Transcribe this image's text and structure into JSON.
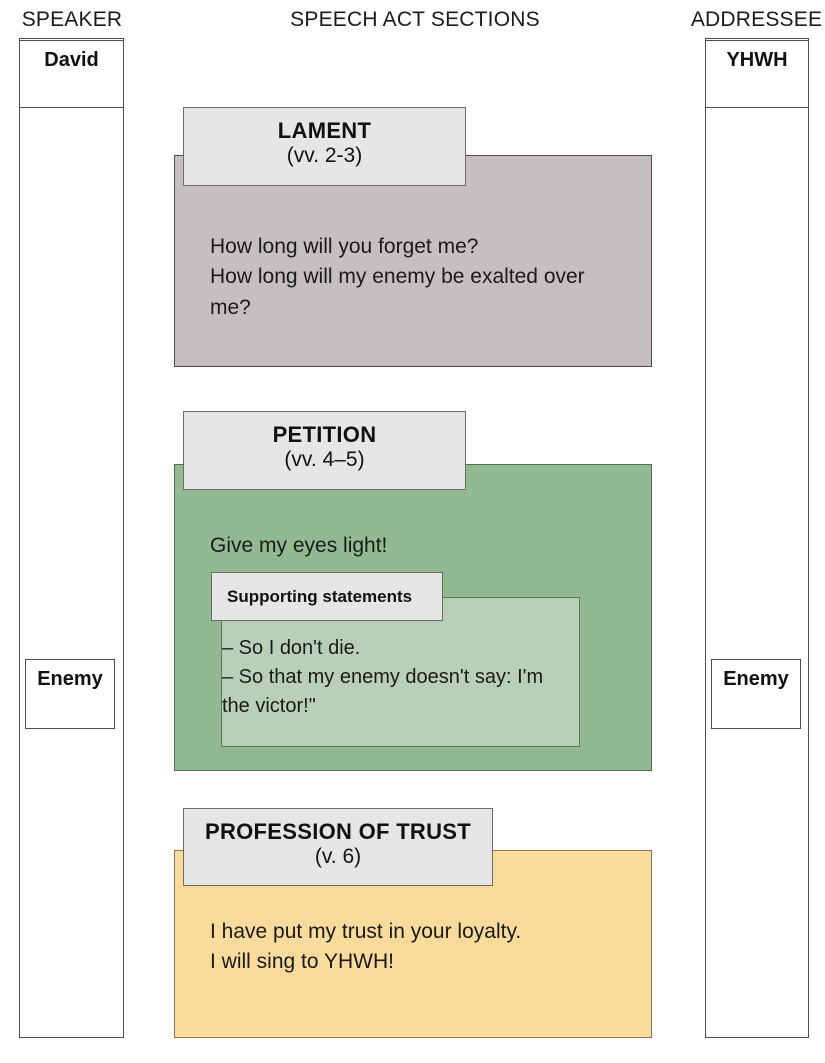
{
  "headings": {
    "speaker": "SPEAKER",
    "center": "SPEECH ACT SECTIONS",
    "addressee": "ADDRESSEE"
  },
  "speaker_column": {
    "primary": "David",
    "secondary": "Enemy"
  },
  "addressee_column": {
    "primary": "YHWH",
    "secondary": "Enemy"
  },
  "sections": [
    {
      "id": "lament",
      "title": "LAMENT",
      "verses": "(vv. 2-3)",
      "text": "How long will you forget me?\nHow long will my enemy be exalted over me?",
      "fill": "#c5c0bf",
      "border": "#4f4a48"
    },
    {
      "id": "petition",
      "title": "PETITION",
      "verses": "(vv. 4–5)",
      "text": "Give my eyes light!",
      "fill": "#91ba93",
      "border": "#53704f",
      "nested": {
        "id": "supporting",
        "title": "Supporting statements",
        "text": "– So I don't die.\n– So that my enemy doesn't say: I'm the victor!\"",
        "fill": "#b9d0b8",
        "border": "#5d7a58"
      }
    },
    {
      "id": "trust",
      "title": "PROFESSION OF TRUST",
      "verses": "(v. 6)",
      "text": "I have put my trust in your loyalty.\nI will sing to YHWH!",
      "fill": "#fadb9c",
      "border": "#8a7752"
    }
  ],
  "colors": {
    "label_fill": "#e6e6e6",
    "label_border": "#6e6a68",
    "column_border": "#4d4d4d",
    "page_background": "#ffffff",
    "text": "#1a1a1a"
  }
}
